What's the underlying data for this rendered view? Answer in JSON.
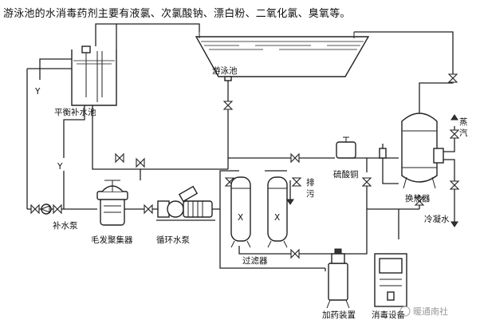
{
  "caption": "游泳池的水消毒药剂主要有液氯、次氯酸钠、漂白粉、二氧化氯、臭氧等。",
  "labels": {
    "pool": "游泳池",
    "balance_tank": "平衡补水池",
    "makeup_pump": "补水泵",
    "hair_collector": "毛发聚集器",
    "circulation_pump": "循环水泵",
    "filter": "过滤器",
    "copper_sulfate": "硫酸铜",
    "drain": "排污",
    "heat_exchanger": "换热器",
    "steam": "蒸汽",
    "condensate": "冷凝水",
    "dosing_device": "加药装置",
    "disinfection_equipment": "消毒设备",
    "watermark": "暖通南社"
  }
}
